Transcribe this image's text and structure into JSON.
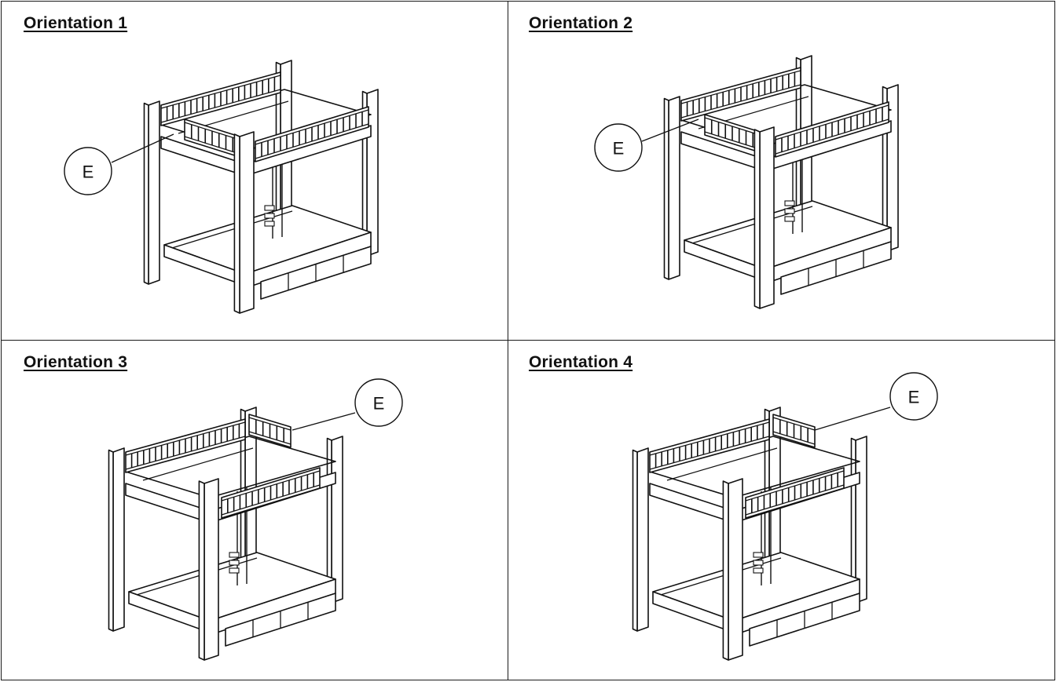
{
  "panels": [
    {
      "title": "Orientation 1",
      "callout": "E"
    },
    {
      "title": "Orientation 2",
      "callout": "E"
    },
    {
      "title": "Orientation 3",
      "callout": "E"
    },
    {
      "title": "Orientation 4",
      "callout": "E"
    }
  ],
  "colors": {
    "line": "#111111",
    "background": "#ffffff"
  }
}
